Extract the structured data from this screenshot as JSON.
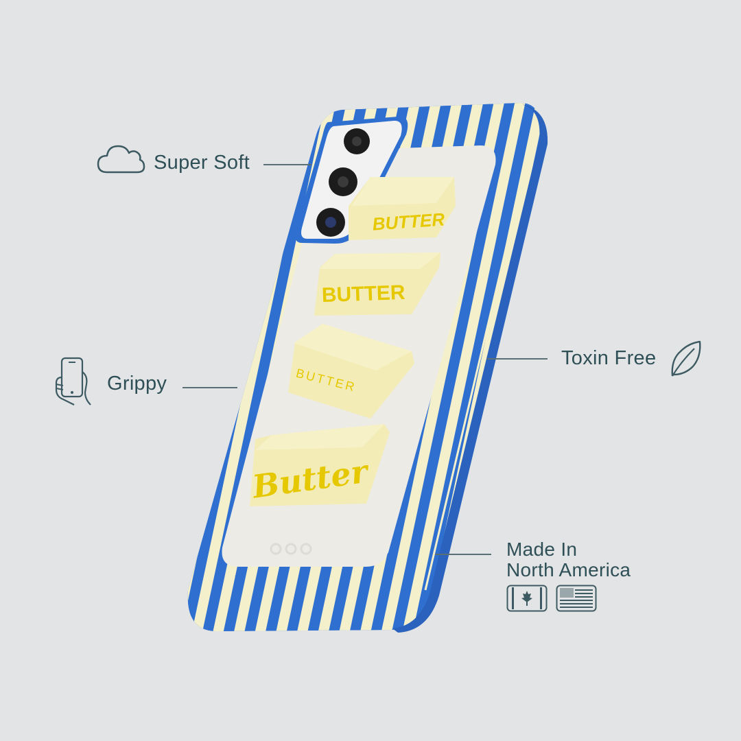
{
  "features": {
    "super_soft": {
      "label": "Super Soft",
      "icon": "cloud-icon"
    },
    "grippy": {
      "label": "Grippy",
      "icon": "hand-holding-phone-icon"
    },
    "toxin_free": {
      "label": "Toxin Free",
      "icon": "leaf-icon"
    },
    "made_in": {
      "line1": "Made In",
      "line2": "North America",
      "icons": [
        "canada-flag-icon",
        "us-flag-icon"
      ]
    }
  },
  "case_print": {
    "block_1": "BUTTER",
    "block_2": "BUTTER",
    "block_3": "BUTTER",
    "block_4": "Butter"
  },
  "colors": {
    "background": "#e3e4e5",
    "text": "#2f4f57",
    "case_blue": "#2f6fd0",
    "stripe_cream": "#f4f0cc",
    "butter_yellow": "#f3ecb6",
    "butter_ink": "#e6c800"
  }
}
